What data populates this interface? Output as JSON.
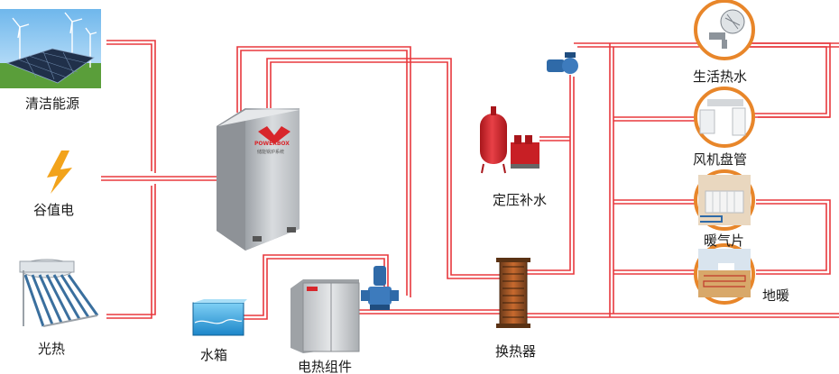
{
  "labels": {
    "clean_energy": "清洁能源",
    "valley_power": "谷值电",
    "solar_thermal": "光热",
    "water_tank": "水箱",
    "electric_heating_assembly": "电热组件",
    "heat_exchanger": "换热器",
    "pressure_makeup_water": "定压补水",
    "domestic_hot_water": "生活热水",
    "fan_coil": "风机盘管",
    "radiator": "暖气片",
    "floor_heating": "地暖"
  },
  "cabinet": {
    "brand": "POWERBOX",
    "sub": "储能锅炉系统"
  },
  "colors": {
    "pipe": "#e8383d",
    "circle_ring": "#e8862a",
    "tank_red": "#d8262b",
    "pump_blue": "#2f6aa8",
    "cabinet": "#c9ccd0",
    "water_tank": "#3ba7e0"
  }
}
